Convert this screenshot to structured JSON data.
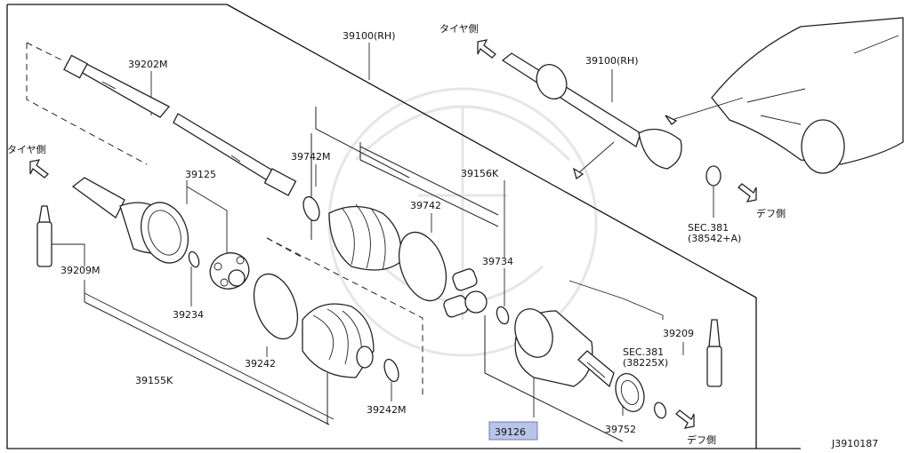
{
  "diagram_id": "J3910187",
  "callouts": {
    "p39100_rh_main": "39100(RH)",
    "p39100_rh_vehicle": "39100(RH)",
    "p39202m": "39202M",
    "p39742m": "39742M",
    "p39156k": "39156K",
    "p39742": "39742",
    "p39125": "39125",
    "p39734": "39734",
    "p39209m": "39209M",
    "p39234": "39234",
    "p39209": "39209",
    "p39242": "39242",
    "p39155k": "39155K",
    "p39242m": "39242M",
    "p39126": "39126",
    "p39752": "39752",
    "sec381_a_title": "SEC.381",
    "sec381_a_code": "(38542+A)",
    "sec381_x_title": "SEC.381",
    "sec381_x_code": "(38225X)"
  },
  "directions": {
    "tire_side_left": "タイヤ側",
    "tire_side_top": "タイヤ側",
    "diff_side_right": "デフ側",
    "diff_side_bottom": "デフ側"
  },
  "colors": {
    "line": "#222222",
    "highlight_fill": "#b8c4e8",
    "background": "#ffffff"
  },
  "icons": {
    "direction_arrow": "hollow-arrow-icon",
    "vehicle": "suv-outline-icon"
  }
}
